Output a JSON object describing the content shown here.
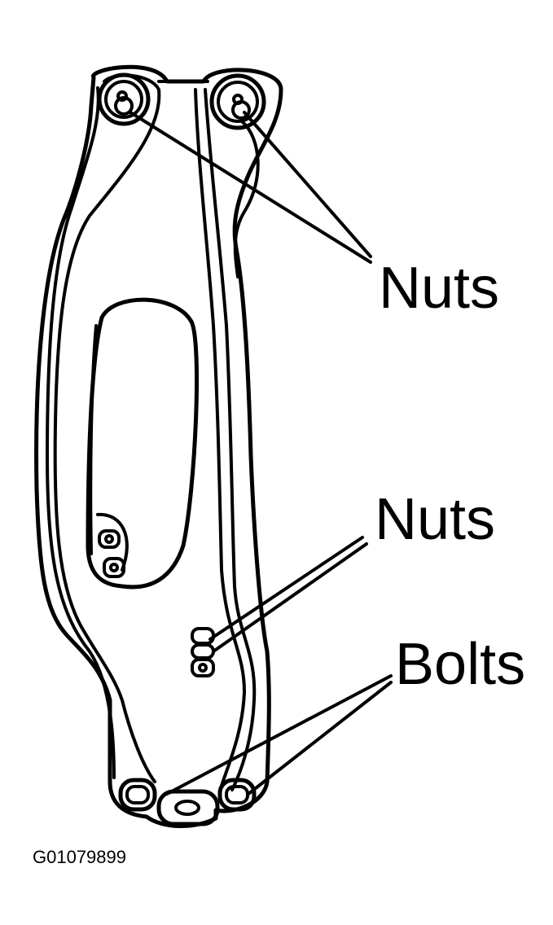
{
  "labels": {
    "nuts_top": "Nuts",
    "nuts_middle": "Nuts",
    "bolts": "Bolts"
  },
  "figure_id": "G01079899",
  "colors": {
    "line": "#000000",
    "background": "#ffffff"
  }
}
